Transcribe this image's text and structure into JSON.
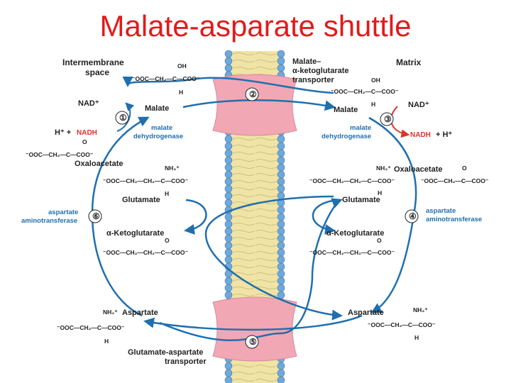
{
  "title": "Malate-asparate shuttle",
  "labels": {
    "intermembrane_space": [
      "Intermembrane",
      "space"
    ],
    "matrix": "Matrix",
    "malate_transporter": [
      "Malate–",
      "α-ketoglutarate",
      "transporter"
    ],
    "glu_asp_transporter": [
      "Glutamate-aspartate",
      "transporter"
    ]
  },
  "left": {
    "nad_plus": "NAD⁺",
    "h_plus_nadh": "H⁺ +",
    "nadh": "NADH",
    "malate": "Malate",
    "mdh": [
      "malate",
      "dehydrogenase"
    ],
    "oxaloacetate": "Oxaloacetate",
    "glutamate": "Glutamate",
    "akg": "α-Ketoglutarate",
    "aspartate": "Aspartate",
    "ast": [
      "aspartate",
      "aminotransferase"
    ]
  },
  "right": {
    "malate": "Malate",
    "nad_plus": "NAD⁺",
    "nadh": "NADH",
    "plus_h": "+ H⁺",
    "mdh": [
      "malate",
      "dehydrogenase"
    ],
    "oxaloacetate": "Oxaloacetate",
    "glutamate": "Glutamate",
    "akg": "α-Ketoglutarate",
    "aspartate": "Aspartate",
    "ast": [
      "aspartate",
      "aminotransferase"
    ]
  },
  "steps": [
    "①",
    "②",
    "③",
    "④",
    "⑤",
    "⑥"
  ],
  "structures": {
    "malate_chain": "⁻OOC—CH₂—C—COO⁻",
    "oh": "OH",
    "h": "H",
    "nh3": "NH₃⁺",
    "oxalo_chain": "⁻OOC—CH₂—C—COO⁻",
    "oxalo_o": "O",
    "glu_chain": "⁻OOC—CH₂—CH₂—C—COO⁻",
    "akg_chain": "⁻OOC—CH₂—CH₂—C—COO⁻",
    "asp_chain": "⁻OOC—CH₂—C—COO⁻"
  },
  "colors": {
    "title": "#e01b1b",
    "arrow": "#1f6fae",
    "membrane_head": "#6fa8dc",
    "transporter": "#f2a7b5",
    "nadh_red": "#d9362b"
  }
}
